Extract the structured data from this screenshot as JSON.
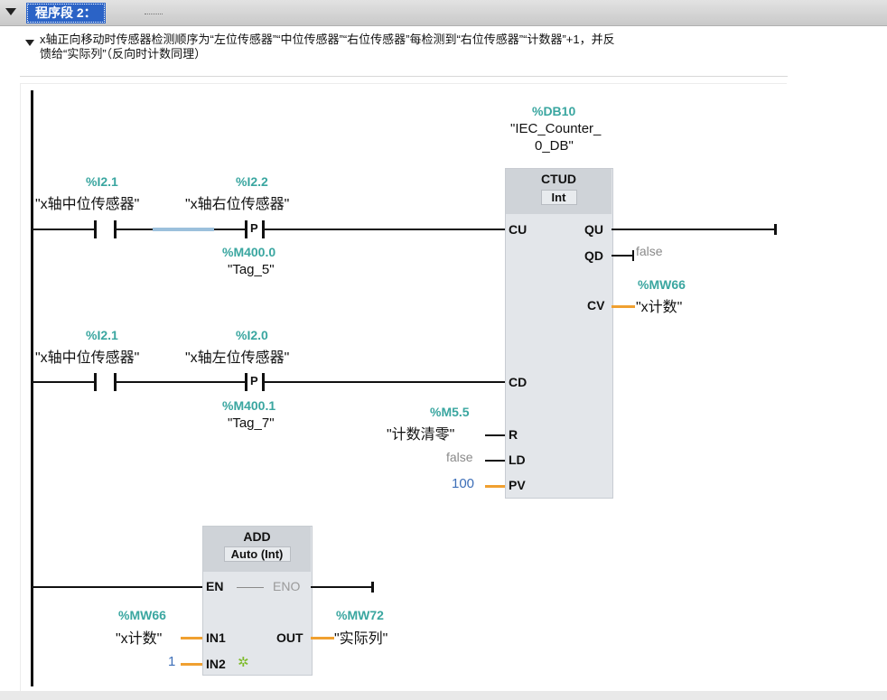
{
  "network": {
    "title": "程序段 2：",
    "comment_line1": "x轴正向移动时传感器检测顺序为“左位传感器”“中位传感器”“右位传感器”每检测到“右位传感器”“计数器”+1，并反",
    "comment_line2": "馈给“实际列”（反向时计数同理）"
  },
  "rung1": {
    "contact1": {
      "address": "%I2.1",
      "symbol": "\"x轴中位传感器\""
    },
    "contact2": {
      "address": "%I2.2",
      "symbol": "\"x轴右位传感器\"",
      "type_label": "P",
      "edge_address": "%M400.0",
      "edge_symbol": "\"Tag_5\""
    }
  },
  "rung2": {
    "contact1": {
      "address": "%I2.1",
      "symbol": "\"x轴中位传感器\""
    },
    "contact2": {
      "address": "%I2.0",
      "symbol": "\"x轴左位传感器\"",
      "type_label": "P",
      "edge_address": "%M400.1",
      "edge_symbol": "\"Tag_7\""
    }
  },
  "counter": {
    "db_address": "%DB10",
    "db_name_l1": "\"IEC_Counter_",
    "db_name_l2": "0_DB\"",
    "type": "CTUD",
    "datatype": "Int",
    "pins": {
      "cu": "CU",
      "cd": "CD",
      "r": "R",
      "ld": "LD",
      "pv": "PV",
      "qu": "QU",
      "qd": "QD",
      "cv": "CV"
    },
    "qd_value": "false",
    "cv_address": "%MW66",
    "cv_symbol": "\"x计数\"",
    "r_address": "%M5.5",
    "r_symbol": "\"计数清零\"",
    "ld_value": "false",
    "pv_value": "100"
  },
  "add": {
    "type": "ADD",
    "datatype": "Auto (Int)",
    "pins": {
      "en": "EN",
      "eno": "ENO",
      "in1": "IN1",
      "in2": "IN2",
      "out": "OUT"
    },
    "in1_address": "%MW66",
    "in1_symbol": "\"x计数\"",
    "in2_value": "1",
    "out_address": "%MW72",
    "out_symbol": "\"实际列\""
  },
  "icons": {
    "collapse": "triangle-down-icon",
    "add_input": "star-add-icon"
  }
}
